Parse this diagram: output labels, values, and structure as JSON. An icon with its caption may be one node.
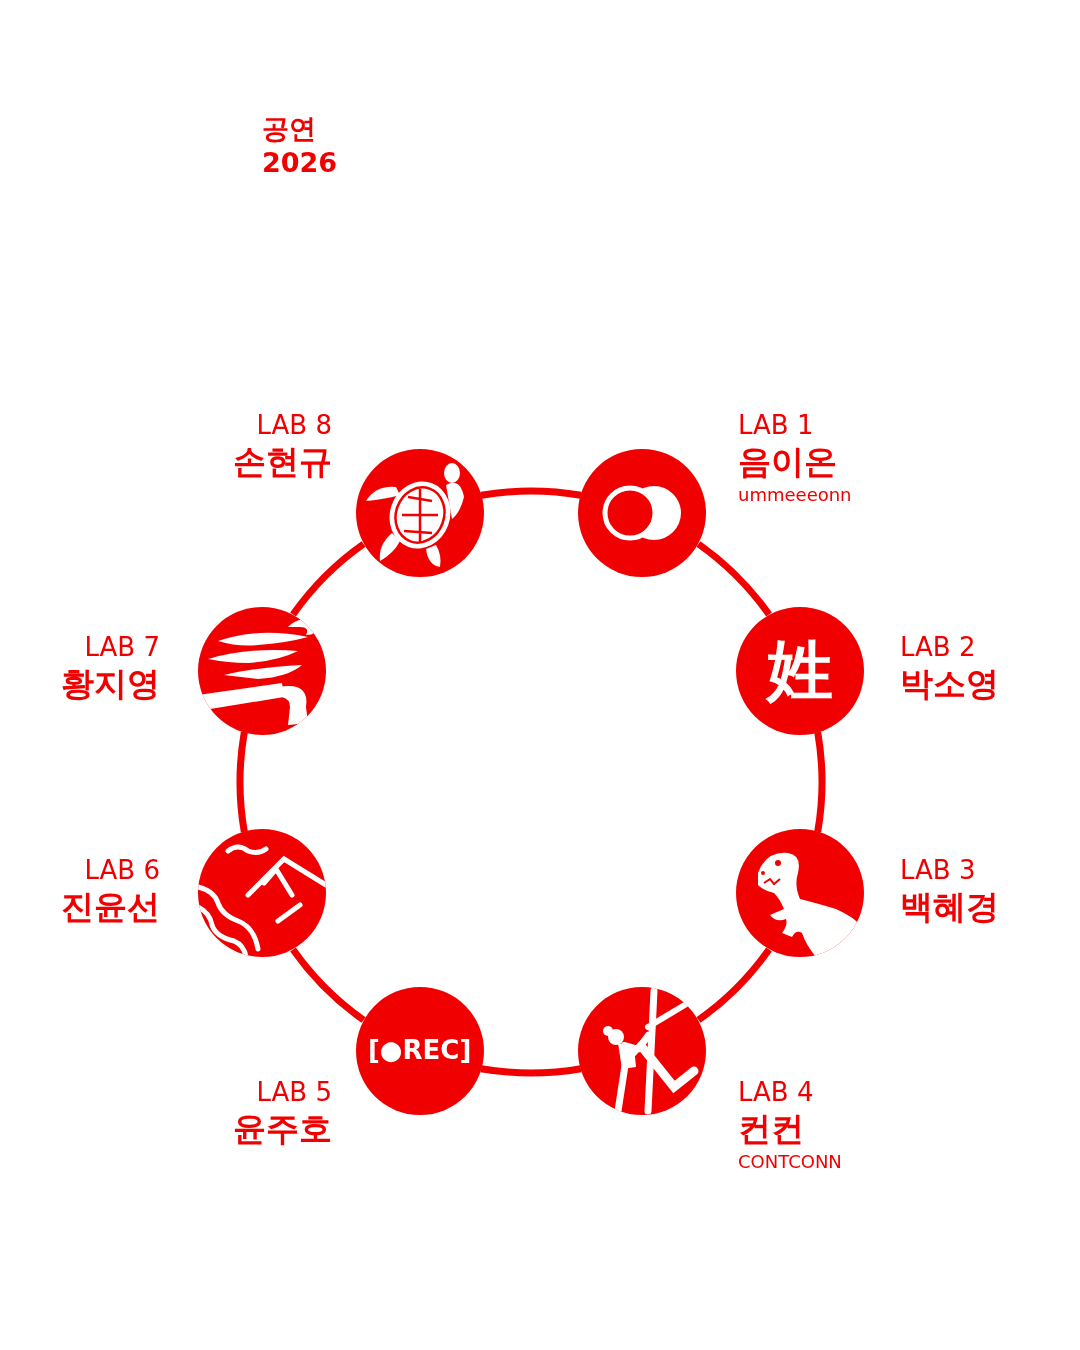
{
  "diagram": {
    "nodes": [
      {
        "text": [],
        "shape": "picture",
        "beside": [
          "LAB 1",
          "음이온",
          "ummeeeonn"
        ]
      },
      {
        "text": [
          "姓"
        ],
        "beside": [
          "LAB 2",
          "박소영"
        ]
      },
      {
        "text": [],
        "shape": "picture",
        "beside": [
          "LAB 3",
          "백혜경"
        ]
      },
      {
        "text": [],
        "shape": "picture",
        "beside": [
          "LAB 4",
          "컨컨",
          "CONTCONN"
        ]
      },
      {
        "text": [
          "[●REC]"
        ],
        "beside": [
          "LAB 5",
          "윤주호"
        ]
      },
      {
        "text": [],
        "shape": "picture",
        "beside": [
          "LAB 6",
          "진윤선"
        ]
      },
      {
        "text": [],
        "shape": "picture",
        "beside": [
          "LAB 7",
          "황지영"
        ]
      },
      {
        "text": [],
        "shape": "picture",
        "beside": [
          "LAB 8",
          "손현규"
        ]
      }
    ],
    "edges": [
      {
        "from": 0,
        "to": 1,
        "arrow": "none"
      },
      {
        "from": 1,
        "to": 2,
        "arrow": "none"
      },
      {
        "from": 2,
        "to": 3,
        "arrow": "none"
      },
      {
        "from": 3,
        "to": 4,
        "arrow": "none"
      },
      {
        "from": 4,
        "to": 5,
        "arrow": "none"
      },
      {
        "from": 5,
        "to": 6,
        "arrow": "none"
      },
      {
        "from": 6,
        "to": 7,
        "arrow": "none"
      },
      {
        "from": 7,
        "to": 0,
        "arrow": "none"
      }
    ],
    "labels": [
      "공연 2026"
    ]
  }
}
